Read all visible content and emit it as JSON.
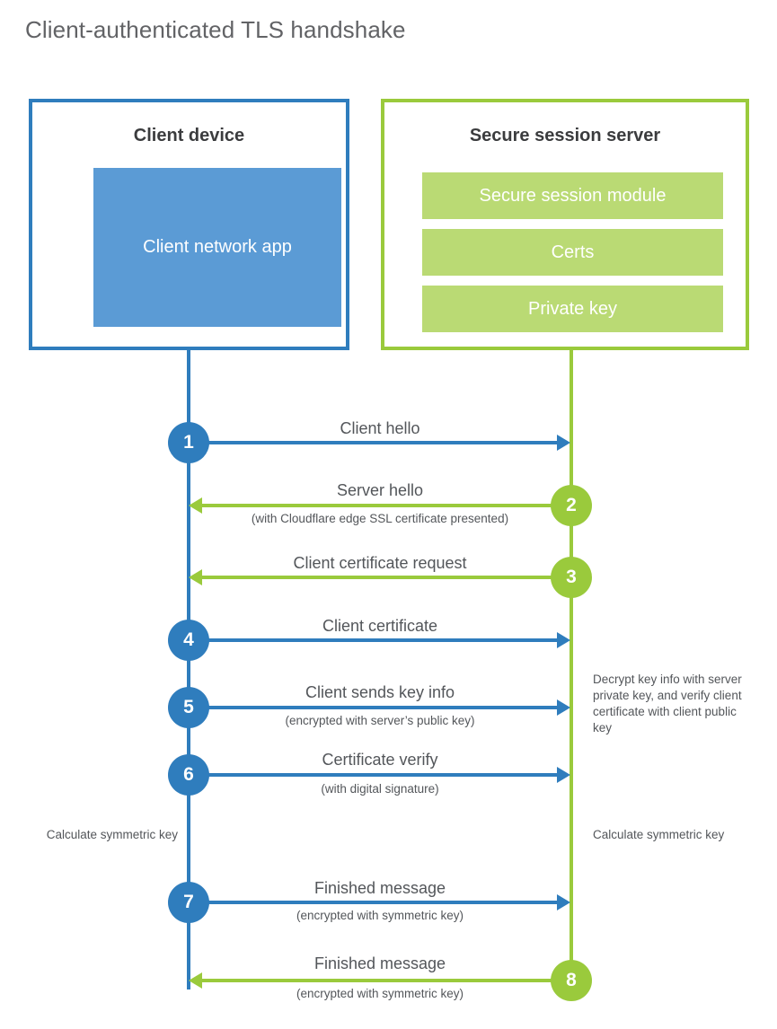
{
  "title": "Client-authenticated TLS handshake",
  "colors": {
    "blue_border": "#2f7dbd",
    "blue_fill": "#5b9bd5",
    "green_border": "#9aca3c",
    "green_fill": "#bada74",
    "text": "#53565a"
  },
  "entities": {
    "client": {
      "title": "Client device",
      "blocks": [
        {
          "label": "Client network app"
        }
      ]
    },
    "server": {
      "title": "Secure session server",
      "blocks": [
        {
          "label": "Secure session module"
        },
        {
          "label": "Certs"
        },
        {
          "label": "Private key"
        }
      ]
    }
  },
  "steps": [
    {
      "number": "1",
      "label": "Client hello",
      "sublabel": "",
      "direction": "client-to-server",
      "color": "blue"
    },
    {
      "number": "2",
      "label": "Server hello",
      "sublabel": "(with Cloudflare edge SSL certificate presented)",
      "direction": "server-to-client",
      "color": "green"
    },
    {
      "number": "3",
      "label": "Client certificate request",
      "sublabel": "",
      "direction": "server-to-client",
      "color": "green"
    },
    {
      "number": "4",
      "label": "Client certificate",
      "sublabel": "",
      "direction": "client-to-server",
      "color": "blue"
    },
    {
      "number": "5",
      "label": "Client sends key info",
      "sublabel": "(encrypted with server’s public key)",
      "direction": "client-to-server",
      "color": "blue"
    },
    {
      "number": "6",
      "label": "Certificate verify",
      "sublabel": "(with digital signature)",
      "direction": "client-to-server",
      "color": "blue"
    },
    {
      "number": "7",
      "label": "Finished message",
      "sublabel": "(encrypted with symmetric key)",
      "direction": "client-to-server",
      "color": "blue"
    },
    {
      "number": "8",
      "label": "Finished message",
      "sublabel": "(encrypted with symmetric key)",
      "direction": "server-to-client",
      "color": "green"
    }
  ],
  "annotations": {
    "server_decrypt": "Decrypt key info with server private key, and verify client certificate with client public key",
    "client_calculate": "Calculate symmetric key",
    "server_calculate": "Calculate symmetric key"
  }
}
